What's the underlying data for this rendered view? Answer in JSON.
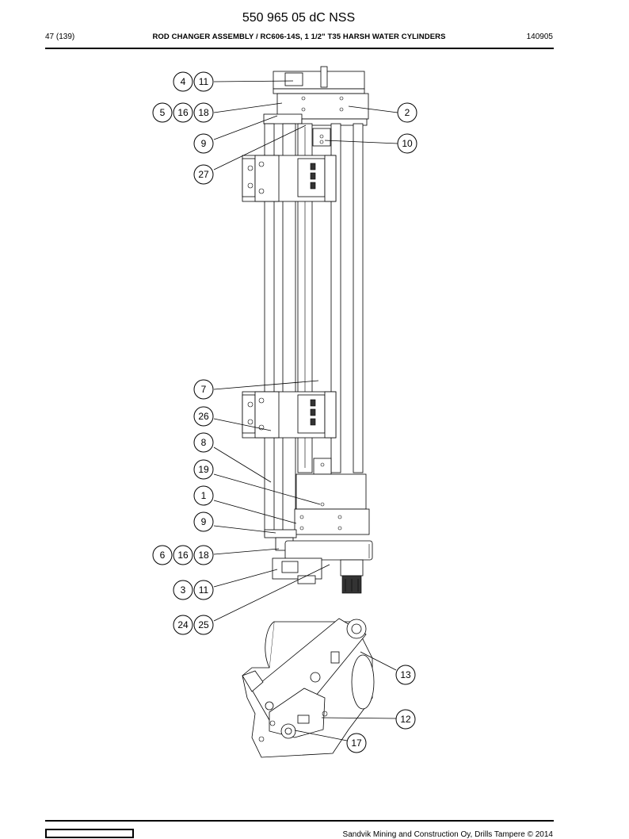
{
  "header": {
    "doc_number": "550 965 05 dC NSS",
    "page": "47 (139)",
    "title": "ROD CHANGER ASSEMBLY / RC606-14S, 1 1/2\" T35 HARSH WATER CYLINDERS",
    "date": "140905"
  },
  "footer": {
    "copyright": "Sandvik Mining and Construction Oy, Drills Tampere © 2014"
  },
  "callouts": {
    "c4": "4",
    "c11a": "11",
    "c5": "5",
    "c16a": "16",
    "c18a": "18",
    "c2": "2",
    "c9a": "9",
    "c10": "10",
    "c27": "27",
    "c7": "7",
    "c26": "26",
    "c8": "8",
    "c19": "19",
    "c1": "1",
    "c9b": "9",
    "c6": "6",
    "c16b": "16",
    "c18b": "18",
    "c3": "3",
    "c11b": "11",
    "c24": "24",
    "c25": "25",
    "c13": "13",
    "c12": "12",
    "c17": "17"
  }
}
